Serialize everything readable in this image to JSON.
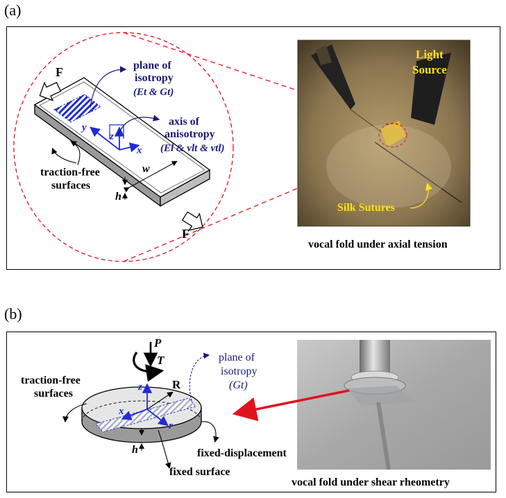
{
  "panel_a": {
    "label": "(a)",
    "force_top": "F",
    "force_bottom": "F",
    "plane_isotropy": [
      "plane of",
      "isotropy"
    ],
    "plane_isotropy_params": "(Et & Gt)",
    "axis_anisotropy": [
      "axis of",
      "anisotropy"
    ],
    "axis_anisotropy_params": "(El & νlt & νtl)",
    "axis_x": "x",
    "axis_y": "y",
    "axis_z": "z",
    "traction_free": [
      "traction-free",
      "surfaces"
    ],
    "width": "w",
    "thickness": "h",
    "photo_light_source": [
      "Light",
      "Source"
    ],
    "photo_silk_sutures": "Silk Sutures",
    "photo_caption": "vocal fold under axial tension"
  },
  "panel_b": {
    "label": "(b)",
    "load_p": "P",
    "torque_t": "T",
    "plane_isotropy": [
      "plane of",
      "isotropy"
    ],
    "plane_isotropy_params": "(Gt)",
    "axis_z": "z",
    "axis_x": "x",
    "axis_r": "r",
    "radius": "R",
    "traction_free": [
      "traction-free",
      "surfaces"
    ],
    "thickness": "h",
    "fixed_displacement": "fixed-displacement",
    "fixed_surface": "fixed surface",
    "photo_caption": "vocal fold under shear rheometry"
  },
  "colors": {
    "blue": "#1f2bd6",
    "navy": "#1a1a7a",
    "red_dash": "#e0141e",
    "yellow": "#ffe21a",
    "gray_side": "#9a9a9a"
  }
}
